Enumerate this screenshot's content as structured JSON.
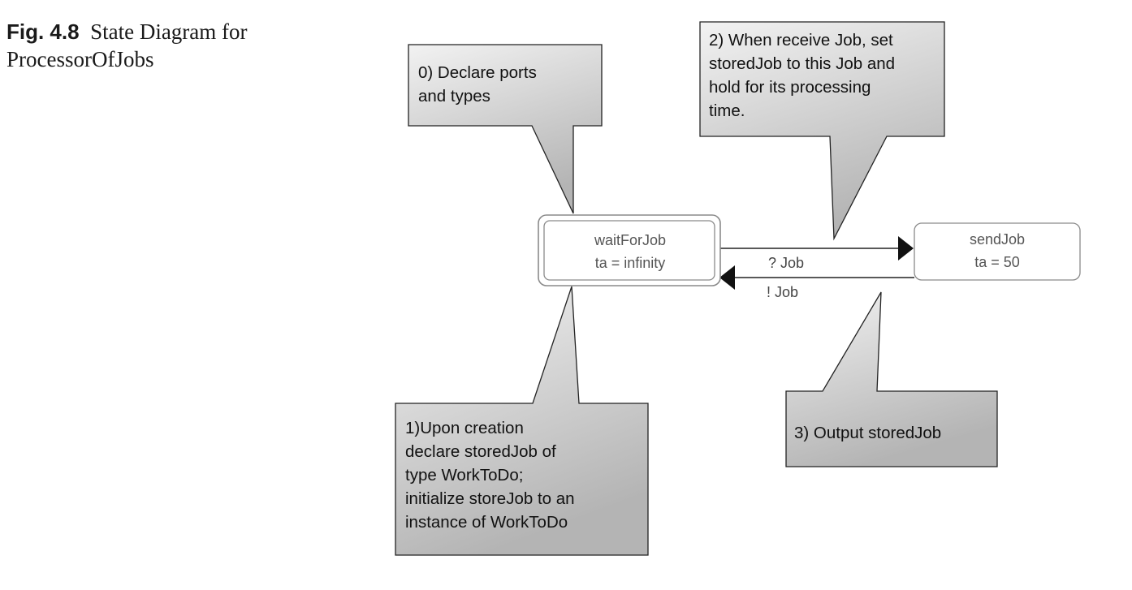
{
  "figure": {
    "label": "Fig. 4.8",
    "caption_line1": "State Diagram for",
    "caption_line2": "ProcessorOfJobs"
  },
  "states": [
    {
      "name": "waitForJob",
      "ta": "ta = infinity",
      "initial": true
    },
    {
      "name": "sendJob",
      "ta": "ta = 50",
      "initial": false
    }
  ],
  "transitions": [
    {
      "from": "waitForJob",
      "to": "sendJob",
      "label": "? Job"
    },
    {
      "from": "sendJob",
      "to": "waitForJob",
      "label": "! Job"
    }
  ],
  "callouts": {
    "c0": {
      "lines": [
        "0) Declare ports",
        "and types"
      ]
    },
    "c1": {
      "lines": [
        "1)Upon creation",
        "declare storedJob of",
        "type WorkToDo;",
        "initialize storeJob to an",
        "instance of WorkToDo"
      ]
    },
    "c2": {
      "lines": [
        "2) When receive Job, set",
        "storedJob to this Job and",
        "hold for its processing",
        "time."
      ]
    },
    "c3": {
      "lines": [
        "3) Output storedJob"
      ]
    }
  },
  "colors": {
    "callout_light": "#f2f2f2",
    "callout_dark": "#b4b4b4",
    "stroke": "#222222",
    "state_border": "#8a8a8a"
  }
}
